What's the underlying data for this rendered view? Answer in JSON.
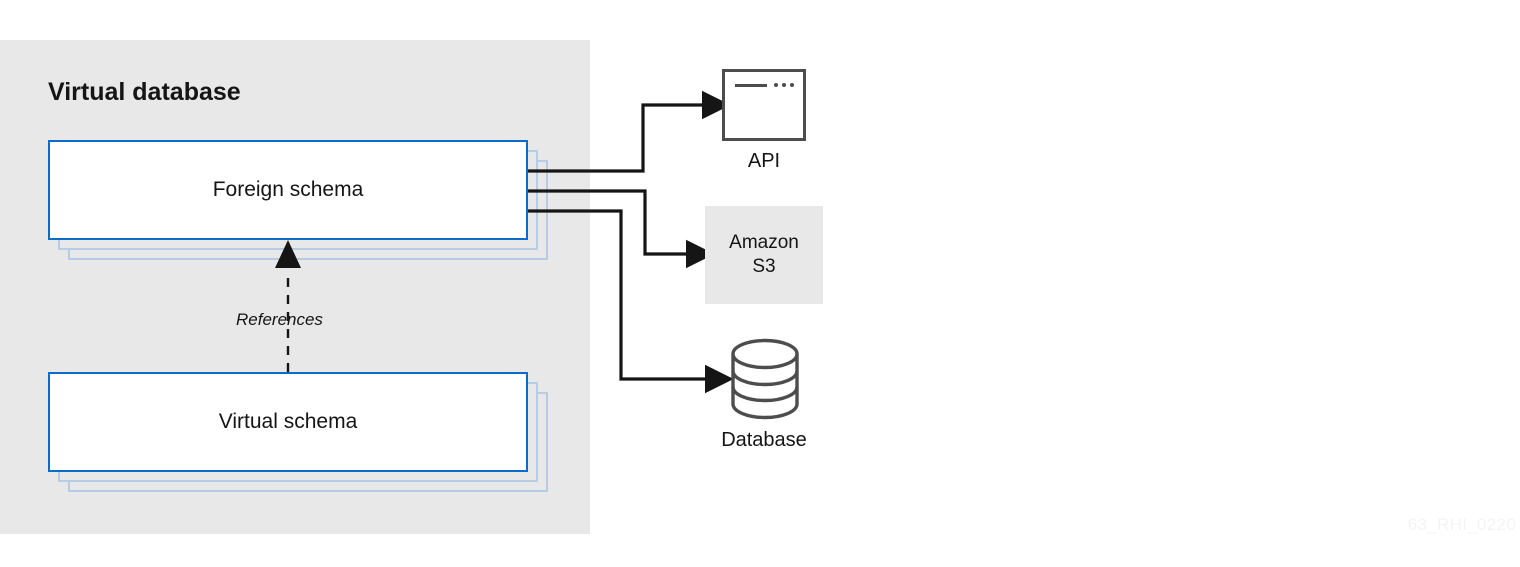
{
  "diagram": {
    "title": "Virtual database",
    "watermark": "63_RHI_0220",
    "panel": {
      "title": "Virtual database",
      "boxes": [
        {
          "id": "foreign-schema",
          "label": "Foreign schema"
        },
        {
          "id": "virtual-schema",
          "label": "Virtual schema"
        }
      ],
      "relationship": {
        "label": "References",
        "from": "Virtual schema",
        "to": "Foreign schema",
        "style": "dashed-arrow-up"
      }
    },
    "targets": [
      {
        "id": "api",
        "label": "API",
        "icon": "window-icon"
      },
      {
        "id": "amazon-s3",
        "line1": "Amazon",
        "line2": "S3",
        "icon": "gray-box"
      },
      {
        "id": "database",
        "label": "Database",
        "icon": "database-cylinder-icon"
      }
    ],
    "connections": [
      {
        "from": "Foreign schema",
        "to": "API"
      },
      {
        "from": "Foreign schema",
        "to": "Amazon S3"
      },
      {
        "from": "Foreign schema",
        "to": "Database"
      }
    ],
    "colors": {
      "panel_background": "#e8e8e8",
      "box_border": "#0a6cc9",
      "stack_border": "#b5cde4",
      "connector": "#151515",
      "icon_stroke": "#4d4d4d",
      "text": "#151515",
      "watermark": "#f4f4f4"
    }
  }
}
